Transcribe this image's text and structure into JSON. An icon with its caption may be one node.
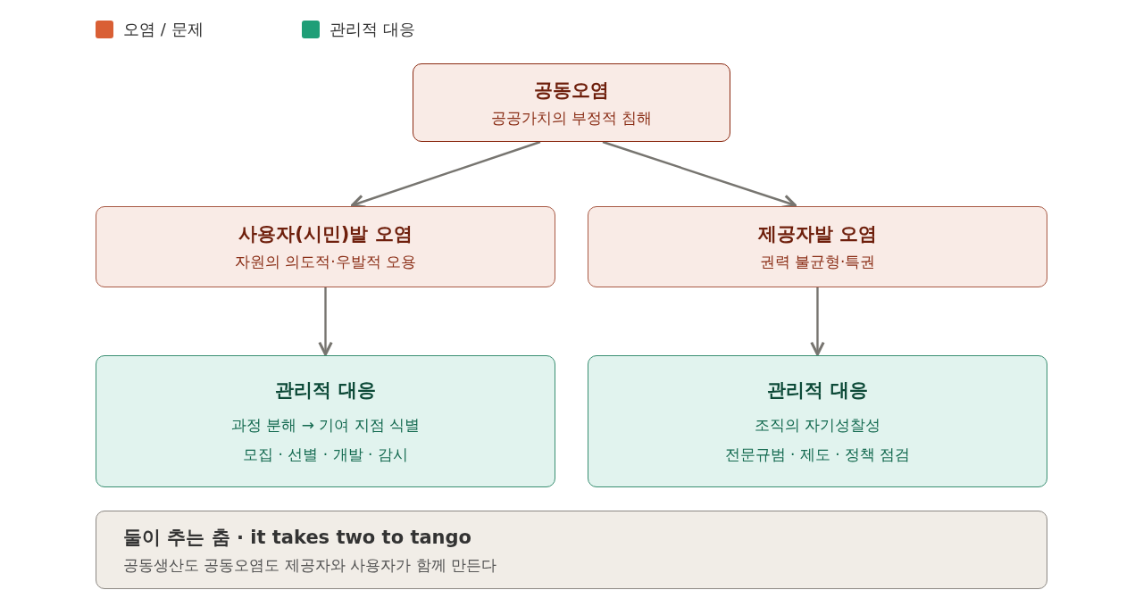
{
  "diagram": {
    "nodes": [
      {
        "text": [
          "공동오염",
          "공공가치의 부정적 침해"
        ]
      },
      {
        "text": [
          "사용자(시민)발 오염",
          "자원의 의도적·우발적 오용"
        ]
      },
      {
        "text": [
          "제공자발 오염",
          "권력 불균형·특권"
        ]
      },
      {
        "text": [
          "관리적 대응",
          "과정 분해 → 기여 지점 식별",
          "모집 · 선별 · 개발 · 감시"
        ]
      },
      {
        "text": [
          "관리적 대응",
          "조직의 자기성찰성",
          "전문규범 · 제도 · 정책 점검"
        ]
      },
      {
        "text": [
          "둘이 추는 춤 · it takes two to tango",
          "공동생산도 공동오염도 제공자와 사용자가 함께 만든다"
        ]
      }
    ],
    "edges": [
      {
        "from": 0,
        "to": 1,
        "arrow": "to"
      },
      {
        "from": 0,
        "to": 2,
        "arrow": "to"
      },
      {
        "from": 1,
        "to": 3,
        "arrow": "to"
      },
      {
        "from": 2,
        "to": 4,
        "arrow": "to"
      }
    ],
    "legend": [
      {
        "text": "오염 / 문제",
        "color": "#d95f35"
      },
      {
        "text": "관리적 대응",
        "color": "#1f9e77"
      }
    ]
  }
}
